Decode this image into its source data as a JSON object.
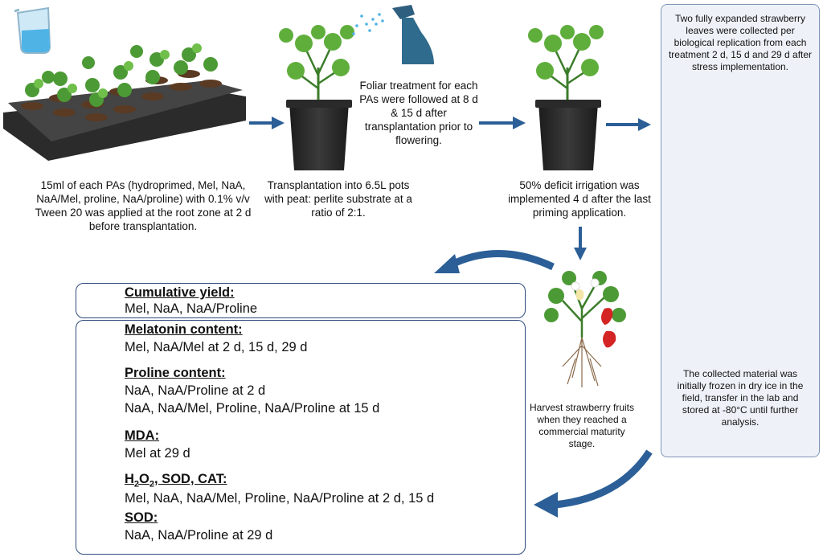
{
  "steps": {
    "root_priming": "15ml of each PAs (hydroprimed, Mel, NaA, NaA/Mel, proline, NaA/proline) with 0.1% v/v Tween 20 was applied at the root zone at 2 d before transplantation.",
    "transplant": "Transplantation into 6.5L pots with peat: perlite substrate at a ratio of 2:1.",
    "foliar": "Foliar treatment for each PAs were followed at 8 d & 15 d after transplantation prior to flowering.",
    "deficit": "50% deficit irrigation was implemented 4 d after the last priming application.",
    "harvest": "Harvest strawberry fruits when they reached a commercial maturity stage."
  },
  "sampling": {
    "collection": "Two fully expanded strawberry leaves were collected per biological replication from each treatment 2 d, 15 d and 29 d after stress implementation.",
    "storage": "The collected material was initially frozen in dry ice in the field, transfer in the lab and stored at -80°C until further analysis."
  },
  "results": {
    "yield": {
      "title": "Cumulative yield:",
      "text": "Mel, NaA, NaA/Proline",
      "direction": "up"
    },
    "melatonin": {
      "title": "Melatonin content:",
      "text": "Mel, NaA/Mel at 2 d, 15 d, 29 d",
      "direction": "up"
    },
    "proline": {
      "title": "Proline content:",
      "up_text": "NaA, NaA/Proline at 2 d",
      "down_text": "NaA, NaA/Mel, Proline, NaA/Proline at 15 d"
    },
    "mda": {
      "title": "MDA:",
      "text": "Mel at 29 d",
      "direction": "down"
    },
    "ros": {
      "title_h": "H",
      "sub1": "2",
      "title_o": "O",
      "sub2": "2",
      "title_rest": ", SOD, CAT:",
      "text": "Mel, NaA, NaA/Mel, Proline, NaA/Proline at 2 d, 15 d",
      "direction": "down"
    },
    "sod": {
      "title": "SOD:",
      "text": "NaA, NaA/Proline at 29 d",
      "direction": "down"
    }
  },
  "colors": {
    "up_arrow": "#1f6e5c",
    "down_arrow": "#7a1414",
    "flow_arrow": "#2c5f97",
    "box_border": "#2e4a7a"
  },
  "icons": [
    "beaker-icon",
    "seedling-tray-icon",
    "potted-plant-icon",
    "spray-bottle-icon",
    "strawberry-plant-icon",
    "strawberry-leaf-icon",
    "foil-bag-icon",
    "cooler-box-icon"
  ]
}
